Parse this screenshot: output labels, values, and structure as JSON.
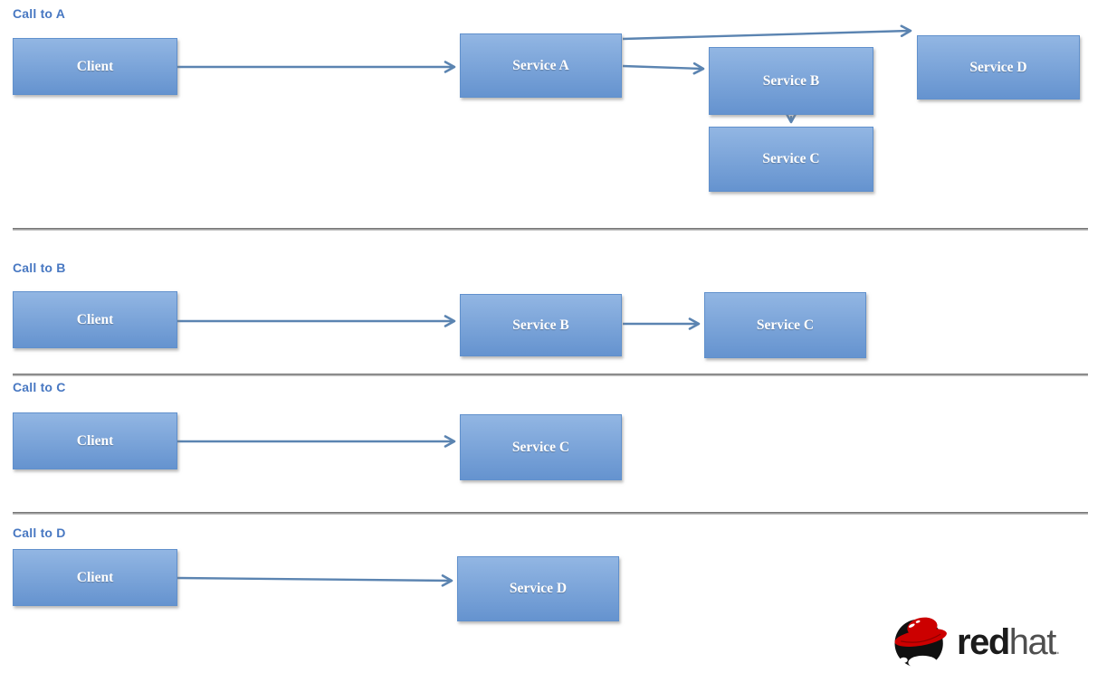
{
  "diagram": {
    "sections": [
      {
        "heading": "Call to A",
        "nodes": [
          {
            "id": "client",
            "label": "Client"
          },
          {
            "id": "service-a",
            "label": "Service A"
          },
          {
            "id": "service-b",
            "label": "Service B"
          },
          {
            "id": "service-c",
            "label": "Service C"
          },
          {
            "id": "service-d",
            "label": "Service D"
          }
        ],
        "edges": [
          {
            "from": "Client",
            "to": "Service A"
          },
          {
            "from": "Service A",
            "to": "Service B"
          },
          {
            "from": "Service A",
            "to": "Service D"
          },
          {
            "from": "Service B",
            "to": "Service C"
          }
        ]
      },
      {
        "heading": "Call to B",
        "nodes": [
          {
            "id": "client",
            "label": "Client"
          },
          {
            "id": "service-b",
            "label": "Service B"
          },
          {
            "id": "service-c",
            "label": "Service C"
          }
        ],
        "edges": [
          {
            "from": "Client",
            "to": "Service B"
          },
          {
            "from": "Service B",
            "to": "Service C"
          }
        ]
      },
      {
        "heading": "Call to C",
        "nodes": [
          {
            "id": "client",
            "label": "Client"
          },
          {
            "id": "service-c",
            "label": "Service C"
          }
        ],
        "edges": [
          {
            "from": "Client",
            "to": "Service C"
          }
        ]
      },
      {
        "heading": "Call to D",
        "nodes": [
          {
            "id": "client",
            "label": "Client"
          },
          {
            "id": "service-d",
            "label": "Service D"
          }
        ],
        "edges": [
          {
            "from": "Client",
            "to": "Service D"
          }
        ]
      }
    ]
  },
  "footer": {
    "logo": {
      "icon": "redhat-shadowman-icon",
      "text_red": "red",
      "text_hat": "hat",
      "trademark_dot": "."
    }
  },
  "colors": {
    "node_fill_top": "#92b6e3",
    "node_fill_bottom": "#6593cf",
    "node_border": "#6090cc",
    "arrow": "#5b84b1",
    "heading_text": "#4878c2",
    "divider_dark": "#787878",
    "divider_light": "#c2c2c2",
    "label_text": "#ffffff",
    "logo_red": "#cc0000",
    "logo_black": "#101010",
    "logo_text_dark": "#1b1b1b",
    "logo_text_gray": "#4f4f4f"
  }
}
